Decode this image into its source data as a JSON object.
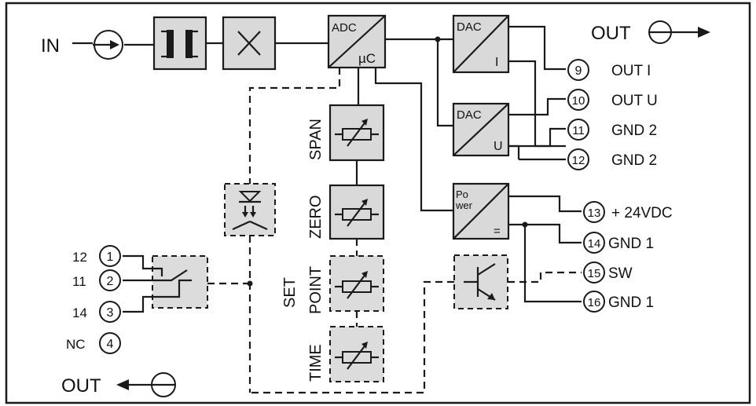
{
  "input": {
    "label": "IN"
  },
  "output_top": {
    "label": "OUT"
  },
  "output_bottom": {
    "label": "OUT"
  },
  "blocks": {
    "adc": {
      "top": "ADC",
      "bottom": "µC"
    },
    "dac_i": {
      "top": "DAC",
      "bottom": "I"
    },
    "dac_u": {
      "top": "DAC",
      "bottom": "U"
    },
    "power": {
      "top1": "Po",
      "top2": "wer",
      "bottom": "="
    },
    "span": {
      "label": "SPAN"
    },
    "zero": {
      "label": "ZERO"
    },
    "setpoint": {
      "label1": "SET",
      "label2": "POINT"
    },
    "time": {
      "label": "TIME"
    }
  },
  "right_terminals": [
    {
      "num": "9",
      "label": "OUT I"
    },
    {
      "num": "10",
      "label": "OUT U"
    },
    {
      "num": "11",
      "label": "GND 2"
    },
    {
      "num": "12",
      "label": "GND 2"
    },
    {
      "num": "13",
      "label": "+ 24VDC"
    },
    {
      "num": "14",
      "label": "GND 1"
    },
    {
      "num": "15",
      "label": "SW"
    },
    {
      "num": "16",
      "label": "GND 1"
    }
  ],
  "left_terminals": [
    {
      "num": "1",
      "label": "12"
    },
    {
      "num": "2",
      "label": "11"
    },
    {
      "num": "3",
      "label": "14"
    },
    {
      "num": "4",
      "label": "NC"
    }
  ]
}
